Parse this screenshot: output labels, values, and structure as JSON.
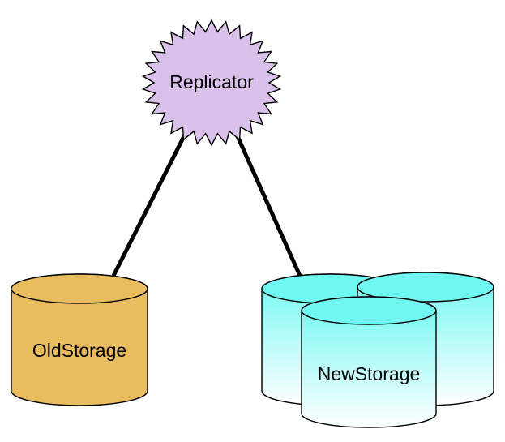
{
  "nodes": {
    "replicator": {
      "label": "Replicator",
      "shape": "starburst",
      "fill": "#d9c1ea"
    },
    "old_storage": {
      "label": "OldStorage",
      "shape": "cylinder",
      "fill": "#e9bd5f"
    },
    "new_storage": {
      "label": "NewStorage",
      "shape": "cylinder-cluster",
      "fill_top": "#6ff8f2",
      "fill_bottom": "#ffffff"
    }
  },
  "edges": [
    {
      "from": "replicator",
      "to": "old_storage"
    },
    {
      "from": "replicator",
      "to": "new_storage"
    }
  ],
  "colors": {
    "line": "#000000",
    "background": "#ffffff"
  }
}
